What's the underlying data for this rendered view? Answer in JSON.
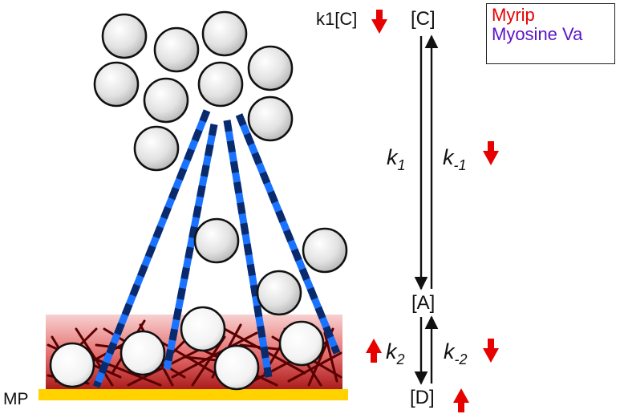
{
  "colors": {
    "myrip": "#e60000",
    "myosin": "#5a14c8",
    "vesicle_fill": "#dcdcdc",
    "filament_light": "#1a73ff",
    "filament_dark": "#0a2a6e",
    "actin": "#6b0000",
    "membrane": "#ffd200",
    "cortex_top": "#f7c6c6",
    "cortex_bottom": "#a81818"
  },
  "legend": {
    "myrip": "Myrip",
    "myosin": "Myosine Va"
  },
  "labels": {
    "membrane": "MP",
    "k1c": "k1[C]",
    "state_c": "[C]",
    "state_a": "[A]",
    "state_d": "[D]"
  },
  "rates": {
    "k1": {
      "base": "k",
      "sub": "1"
    },
    "k_minus1": {
      "base": "k",
      "sub": "-1"
    },
    "k2": {
      "base": "k",
      "sub": "2"
    },
    "k_minus2": {
      "base": "k",
      "sub": "-2"
    }
  },
  "indicators": [
    {
      "name": "k1c-arrow",
      "direction": "down"
    },
    {
      "name": "k-minus1-arrow",
      "direction": "down"
    },
    {
      "name": "k2-arrow",
      "direction": "up"
    },
    {
      "name": "k-minus2-arrow",
      "direction": "down"
    },
    {
      "name": "d-arrow",
      "direction": "up"
    }
  ]
}
